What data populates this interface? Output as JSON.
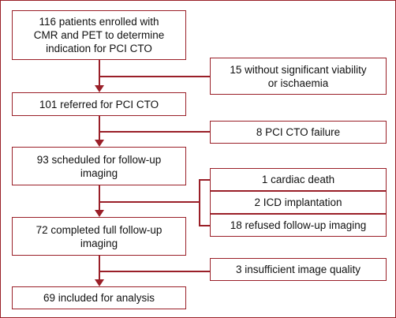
{
  "flowchart": {
    "main_steps": [
      "116 patients enrolled with\nCMR and PET to determine\nindication for PCI CTO",
      "101 referred for PCI CTO",
      "93 scheduled for follow-up\nimaging",
      "72 completed full follow-up\nimaging",
      "69 included for analysis"
    ],
    "exclusions": [
      "15 without significant viability\nor ischaemia",
      "8 PCI CTO failure",
      "1 cardiac death",
      "2 ICD implantation",
      "18 refused follow-up imaging",
      "3 insufficient image quality"
    ]
  },
  "colors": {
    "border": "#9a1f28",
    "text": "#111111",
    "background": "#ffffff"
  }
}
